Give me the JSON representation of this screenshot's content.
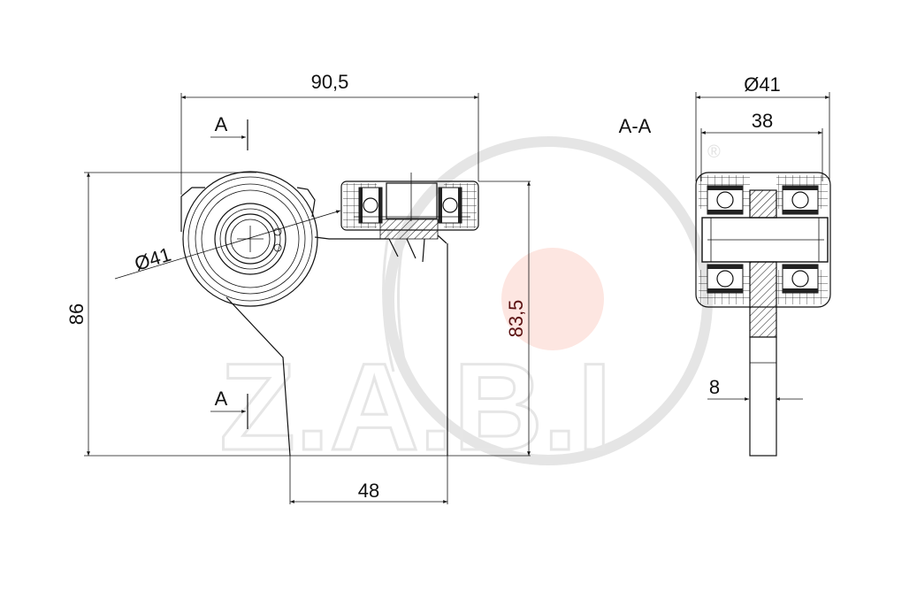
{
  "front_view": {
    "dim_width": "90,5",
    "dim_height": "86",
    "dim_height_right": "83,5",
    "dim_wheel_diameter": "Ø41",
    "dim_bottom": "48",
    "section_marker_top": "A",
    "section_marker_bottom": "A"
  },
  "section_view": {
    "title": "A-A",
    "dim_outer_diameter": "Ø41",
    "dim_width": "38",
    "dim_plate": "8"
  },
  "watermark": {
    "logo_text": "Z.A.B.I",
    "registered_mark": "®"
  }
}
